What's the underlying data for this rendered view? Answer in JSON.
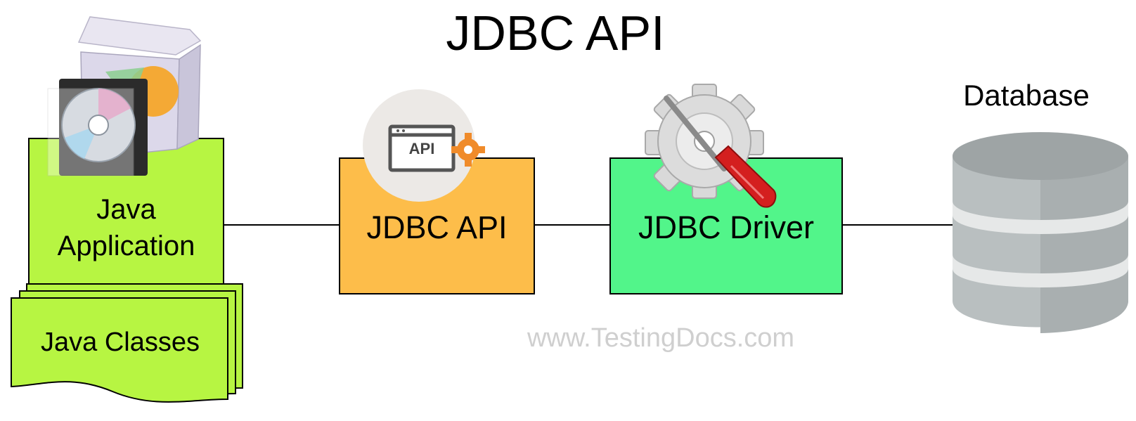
{
  "title": "JDBC API",
  "nodes": {
    "java_app": {
      "label_line1": "Java",
      "label_line2": "Application",
      "color": "#b7f542"
    },
    "java_classes": {
      "label": "Java Classes",
      "color": "#b7f542"
    },
    "jdbc_api": {
      "label": "JDBC API",
      "icon_text": "API",
      "color": "#fdbd4a"
    },
    "jdbc_driver": {
      "label": "JDBC Driver",
      "color": "#52f58a"
    },
    "database": {
      "label": "Database",
      "color": "#b9bfc0"
    }
  },
  "watermark": "www.TestingDocs.com",
  "icons": [
    "software-box-icon",
    "api-gear-icon",
    "gear-screwdriver-icon",
    "database-icon"
  ]
}
